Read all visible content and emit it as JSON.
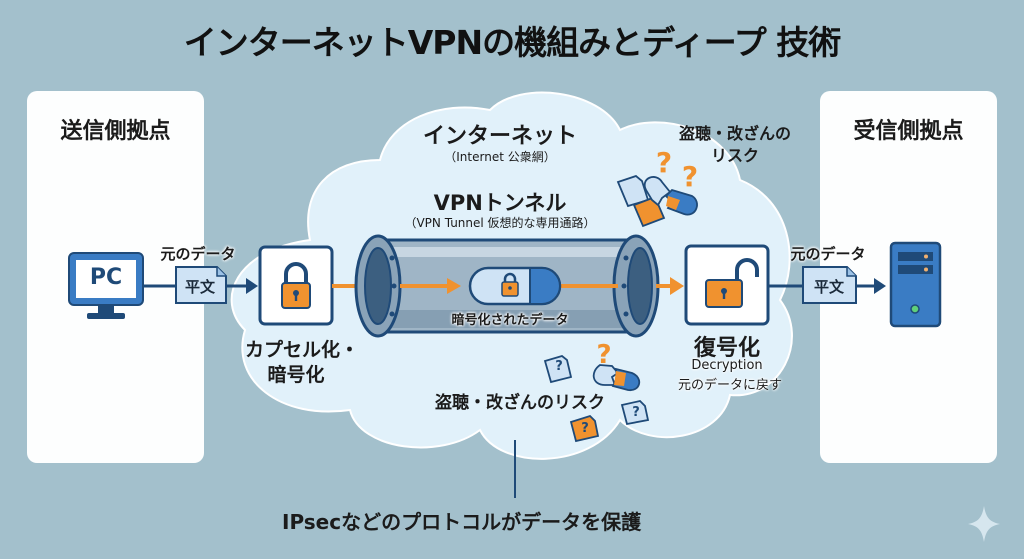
{
  "title": "インターネットVPNの機組みとディープ 技術",
  "sender": {
    "title": "送信側拠点",
    "device_label": "PC",
    "data_caption": "元のデータ",
    "doc_label": "平文"
  },
  "internet": {
    "title": "インターネット",
    "subtitle": "（Internet 公衆網）"
  },
  "tunnel": {
    "title": "VPNトンネル",
    "subtitle": "（VPN Tunnel 仮想的な専用通路）",
    "packet_caption": "暗号化されたデータ"
  },
  "encapsulation": {
    "label_line1": "カプセル化・",
    "label_line2": "暗号化"
  },
  "decryption": {
    "label": "復号化",
    "label_en": "Decryption",
    "description": "元のデータに戻す"
  },
  "risks": {
    "top_line1": "盗聴・改ざんの",
    "top_line2": "リスク",
    "bottom": "盗聴・改ざんのリスク",
    "question_mark": "?"
  },
  "receiver": {
    "title": "受信側拠点",
    "data_caption": "元のデータ",
    "doc_label": "平文"
  },
  "footer": {
    "protocol_note": "IPsecなどのプロトコルがデータを保護"
  },
  "colors": {
    "background": "#a3c0cc",
    "cloud": "#e1f1fa",
    "navy": "#1f4a78",
    "accent_orange": "#f0922f",
    "icon_blue": "#3a7cc4",
    "doc_fill": "#cfe3f5"
  }
}
